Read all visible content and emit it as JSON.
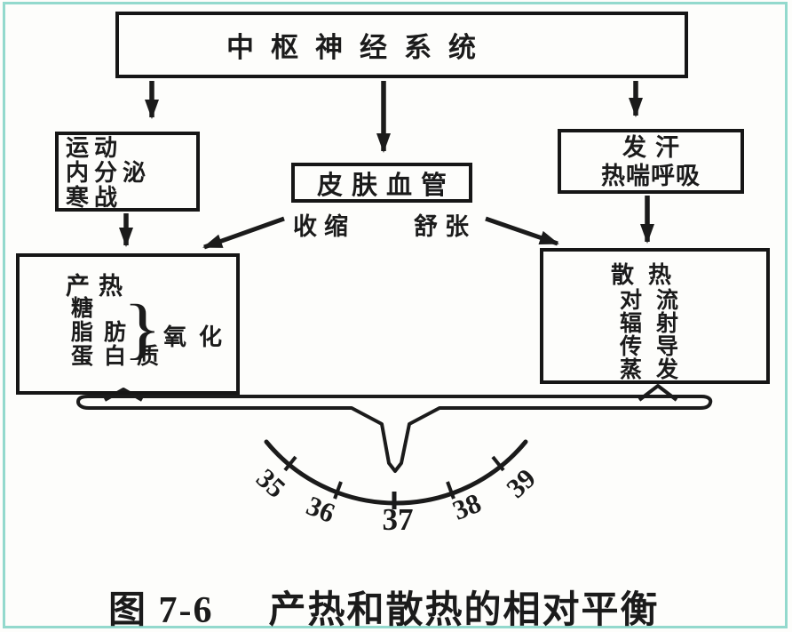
{
  "figure": {
    "caption_prefix": "图 7-6",
    "caption_text": "产热和散热的相对平衡"
  },
  "cns_box": {
    "label": "中枢神经系统"
  },
  "left_effectors": {
    "lines": [
      "运动",
      "内分泌",
      "寒战"
    ]
  },
  "skin_vessels": {
    "label": "皮肤血管",
    "constrict": "收缩",
    "dilate": "舒张"
  },
  "right_effectors": {
    "lines": [
      "发汗",
      "热喘呼吸"
    ]
  },
  "heat_production": {
    "title": "产热",
    "substrates": [
      "糖",
      "脂肪",
      "蛋白质"
    ],
    "brace": "}",
    "process": "氧化"
  },
  "heat_dissipation": {
    "title": "散热",
    "modes": [
      "对流",
      "辐射",
      "传导",
      "蒸发"
    ]
  },
  "thermometer_scale": {
    "labels": [
      "35",
      "36",
      "37",
      "38",
      "39"
    ],
    "pointer_at": "37"
  },
  "colors": {
    "ink": "#1b1b1b",
    "frame": "#93d9cd",
    "background": "#fdfdfb"
  }
}
